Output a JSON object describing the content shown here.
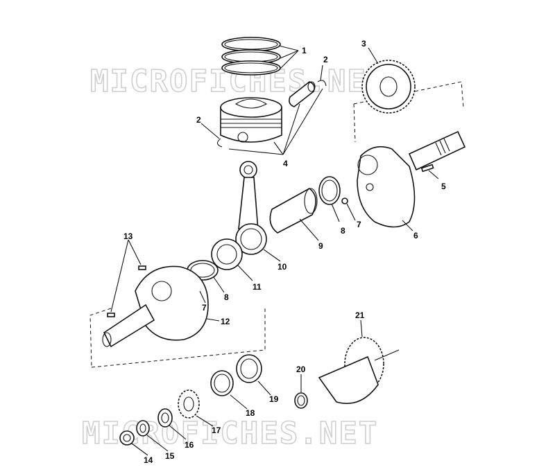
{
  "watermark": "MICROFICHES.NET",
  "callouts": [
    "1",
    "2",
    "2",
    "3",
    "4",
    "5",
    "6",
    "7",
    "8",
    "9",
    "10",
    "11",
    "13",
    "8",
    "7",
    "12",
    "21",
    "20",
    "19",
    "18",
    "17",
    "16",
    "15",
    "14"
  ]
}
